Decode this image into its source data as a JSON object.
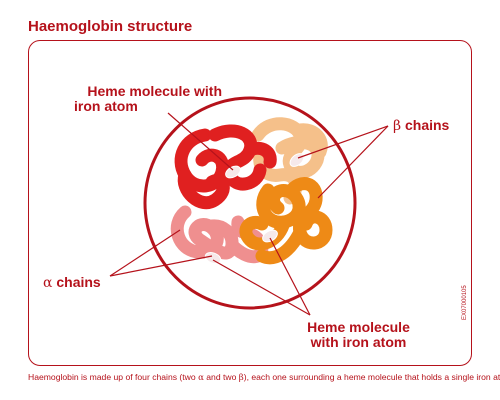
{
  "title": "Haemoglobin structure",
  "labels": {
    "heme_top_line1": "Heme molecule with",
    "heme_top_line2": "iron atom",
    "beta_greek": "β",
    "beta_text": " chains",
    "alpha_greek": "α",
    "alpha_text": " chains",
    "heme_bottom_line1": "Heme molecule",
    "heme_bottom_line2": "with iron atom"
  },
  "caption": {
    "part1": "Haemoglobin is made up of four chains (two ",
    "alpha": "α",
    "part2": " and two ",
    "beta": "β",
    "part3": "), each one surrounding a heme molecule that holds a single iron atom."
  },
  "vertical_code": "EX07000105",
  "colors": {
    "accent": "#b5121b",
    "alpha_chain_light": "#ef8f8f",
    "alpha_chain_dark": "#e02020",
    "beta_chain_light": "#f5c08a",
    "beta_chain_dark": "#ee8a16",
    "heme": "#f6e9ea"
  }
}
